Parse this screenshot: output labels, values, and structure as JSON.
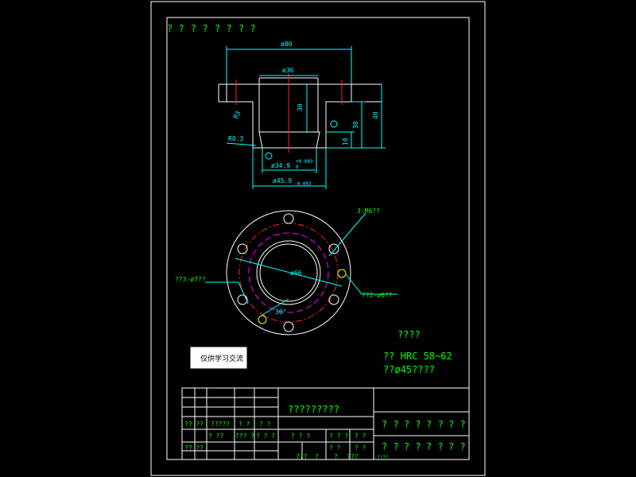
{
  "header_marks": [
    "? ?",
    "? ?",
    "? ?",
    "? ?"
  ],
  "dims": {
    "d80": "ø80",
    "d36": "ø36",
    "h30a": "30",
    "h30b": "30",
    "h40": "40",
    "h10": "10",
    "r03": "R0.3",
    "d349": "ø34.9",
    "d349_tol_up": "+0.003",
    "d349_tol_dn": "0",
    "d45": "ø45.9",
    "d45_tol": "-0.003",
    "d66": "ø66",
    "ang30": "30°",
    "ch": "R3"
  },
  "callouts": {
    "m6": "3-M6??",
    "d7": "??3-ø7??",
    "d6": "??2-ø6??"
  },
  "stamp": "仅供学习交流",
  "notes": {
    "title": "????",
    "line1": "?? HRC 58~62",
    "line2": "??ø45????"
  },
  "titleblock": {
    "name": "?????????",
    "sig_tr": [
      "? ?",
      "? ?",
      "? ?",
      "? ?"
    ],
    "sig_br": [
      "? ?",
      "? ?",
      "? ?",
      "? ?"
    ],
    "code": "????",
    "cells": [
      "?? ??",
      "?????",
      "? ?",
      "? ?",
      "? ??",
      "??? ?",
      "? ? ?",
      "? ? ?",
      "? ? ?",
      "? ?",
      "? ?",
      "? ?",
      "?? ??",
      "???",
      "?",
      "?",
      "???"
    ]
  },
  "colors": {
    "bg": "#000000",
    "outline": "#ffffff",
    "dimension": "#00ffff",
    "text": "#00ff00",
    "center": "#ff2020",
    "pitch": "#ff00ff",
    "marker": "#ffff00"
  }
}
